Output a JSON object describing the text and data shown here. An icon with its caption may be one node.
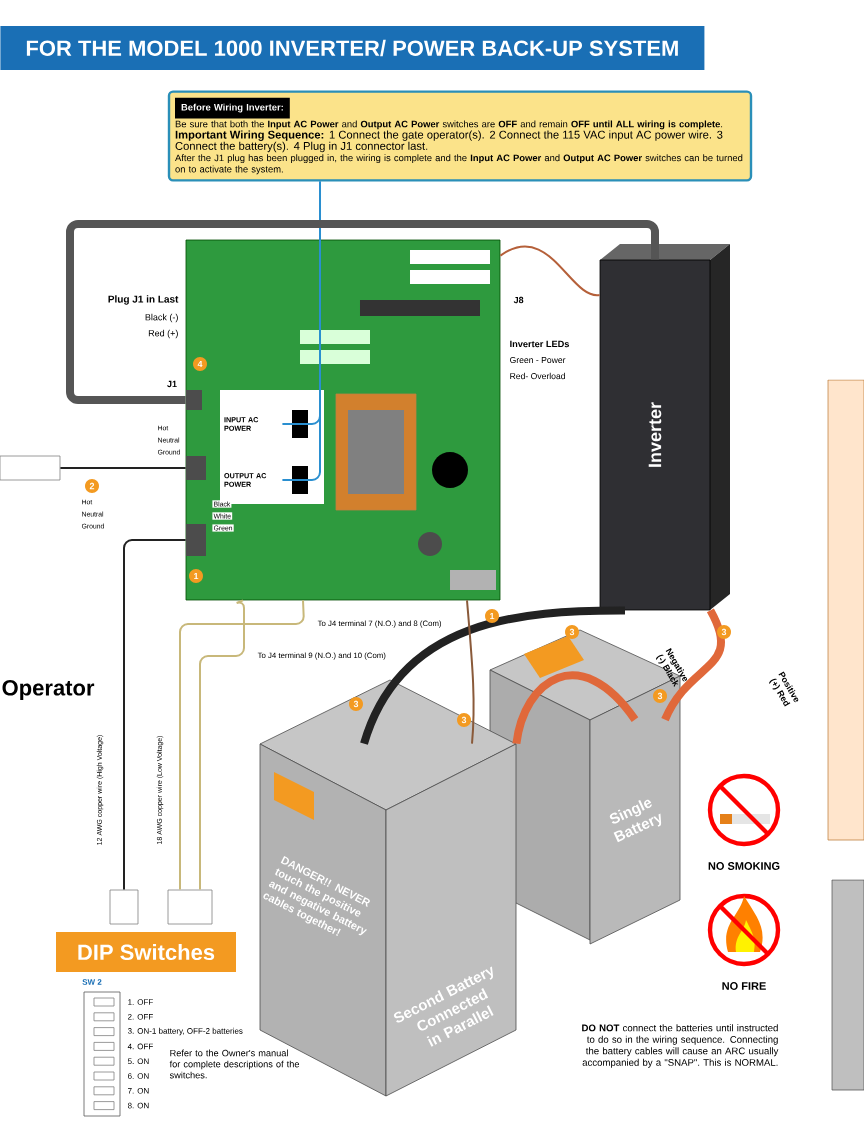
{
  "diagram": {
    "title": "FOR THE MODEL 1000 INVERTER/ POWER BACK-UP SYSTEM",
    "nodes": [
      {
        "text": [
          "Before Wiring Inverter:",
          "Be sure that both the **Input AC Power** and **Output AC Power** switches are **OFF** and remain **OFF until ALL wiring is complete**.",
          "**Important Wiring Sequence:** 1 Connect the gate operator(s). 2 Connect the 115 VAC input AC power wire. 3 Connect the battery(s). 4 Plug in J1 connector last.",
          "After the J1 plug has been plugged in, the wiring is complete and the **Input AC Power** and **Output AC Power** switches can be turned on to activate the system."
        ]
      },
      {
        "text": [],
        "shape": "picture"
      },
      {
        "text": [
          "INPUT AC POWER"
        ],
        "in": 1
      },
      {
        "text": [
          "OUTPUT AC POWER"
        ],
        "in": 1
      },
      {
        "text": [
          "Inverter"
        ]
      },
      {
        "text": [
          "**DANGER!!** NEVER touch the positive and negative battery cables together!",
          "Second Battery Connected in Parallel"
        ]
      },
      {
        "text": [
          "Single Battery"
        ]
      },
      {
        "text": [],
        "shape": "cylinder"
      },
      {
        "text": [],
        "shape": "cylinder"
      },
      {
        "text": [],
        "shape": "cylinder"
      }
    ],
    "edges": [
      {
        "from": 0,
        "to": 2,
        "arrow": "none",
        "color": "#2a8fd0"
      },
      {
        "from": 0,
        "to": 3,
        "arrow": "none",
        "color": "#2a8fd0"
      },
      {
        "from": 1,
        "to": 4,
        "arrow": "none",
        "style": "thick",
        "color": "#555555"
      },
      {
        "from": 1,
        "to": 4,
        "arrow": "none",
        "color": "#b5603a"
      },
      {
        "from": 4,
        "to": 5,
        "arrow": "none",
        "style": "thick",
        "color": "#222222"
      },
      {
        "from": 4,
        "to": 6,
        "arrow": "none",
        "style": "thick",
        "color": "#e0683a"
      },
      {
        "from": 6,
        "to": 5,
        "arrow": "none",
        "style": "thick",
        "color": "#e0683a"
      },
      {
        "from": 1,
        "to": 5,
        "arrow": "none",
        "color": "#8a5a3a"
      },
      {
        "from": 7,
        "to": 1,
        "arrow": "none",
        "color": "#222222"
      },
      {
        "from": 8,
        "to": 1,
        "arrow": "none",
        "color": "#222222"
      },
      {
        "from": 1,
        "to": 9,
        "arrow": "none",
        "color": "#c8b87a"
      },
      {
        "from": 1,
        "to": 9,
        "arrow": "none",
        "color": "#c8b87a"
      }
    ],
    "labels": [
      "Plug J1 in Last",
      "Black (-)",
      "Red (+)",
      "4",
      "J1",
      "J8",
      "Inverter LEDs",
      "Green - Power",
      "Red- Overload",
      "Hot",
      "Neutral",
      "Ground",
      "2",
      "Hot",
      "Neutral",
      "Ground",
      "Black",
      "White",
      "Green",
      "1",
      "To J4 terminal 7 (N.O.) and 8 (Com)",
      "1",
      "Negative (-) Black",
      "Positive (+) Red",
      "To J4 terminal 9 (N.O.) and 10 (Com)",
      "12 AWG copper wire (High Voltage)",
      "18 AWG copper wire (Low Voltage)",
      "Operator",
      "3",
      "3",
      "3",
      "3",
      "3",
      "NO SMOKING",
      "NO FIRE",
      "DIP Switches",
      "SW 2",
      "1. OFF",
      "2. OFF",
      "3. ON-1 battery, OFF-2 batteries",
      "4. OFF",
      "5. ON",
      "6. ON",
      "7. ON",
      "8. ON",
      "Refer to the Owner's manual for complete descriptions of the switches.",
      "**DO NOT** connect the batteries until instructed to do so in the wiring sequence. Connecting the battery cables will cause an ARC usually accompanied by a \"SNAP\". This is NORMAL."
    ]
  }
}
